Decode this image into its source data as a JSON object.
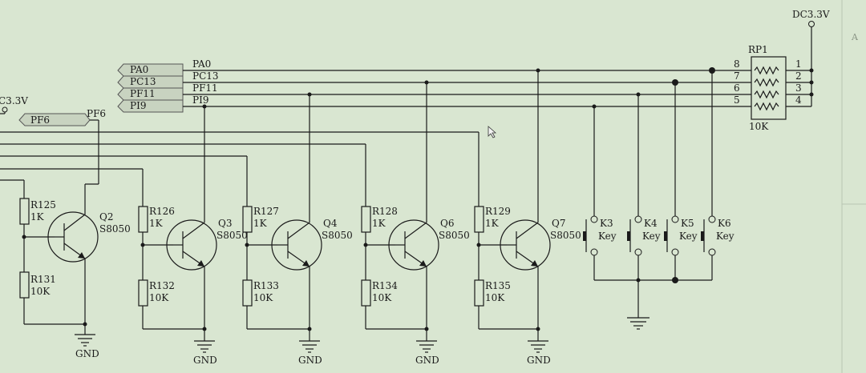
{
  "power_labels": {
    "dc_top": "DC3.3V",
    "dc_left": "C3.3V"
  },
  "border_zone": "A",
  "ports": [
    {
      "name": "PA0",
      "net": "PA0"
    },
    {
      "name": "PC13",
      "net": "PC13"
    },
    {
      "name": "PF11",
      "net": "PF11"
    },
    {
      "name": "PI9",
      "net": "PI9"
    },
    {
      "name": "PF6",
      "net": "PF6"
    }
  ],
  "resistor_pack": {
    "ref": "RP1",
    "value": "10K",
    "pins_left": [
      "8",
      "7",
      "6",
      "5"
    ],
    "pins_right": [
      "1",
      "2",
      "3",
      "4"
    ]
  },
  "transistor_stages": [
    {
      "transistor": "Q2",
      "type": "S8050",
      "base_resistor": "R125",
      "base_value": "1K",
      "pulldown": "R131",
      "pulldown_value": "10K",
      "ground": "GND"
    },
    {
      "transistor": "Q3",
      "type": "S8050",
      "base_resistor": "R126",
      "base_value": "1K",
      "pulldown": "R132",
      "pulldown_value": "10K",
      "ground": "GND"
    },
    {
      "transistor": "Q4",
      "type": "S8050",
      "base_resistor": "R127",
      "base_value": "1K",
      "pulldown": "R133",
      "pulldown_value": "10K",
      "ground": "GND"
    },
    {
      "transistor": "Q6",
      "type": "S8050",
      "base_resistor": "R128",
      "base_value": "1K",
      "pulldown": "R134",
      "pulldown_value": "10K",
      "ground": "GND"
    },
    {
      "transistor": "Q7",
      "type": "S8050",
      "base_resistor": "R129",
      "base_value": "1K",
      "pulldown": "R135",
      "pulldown_value": "10K",
      "ground": "GND"
    }
  ],
  "keys": [
    {
      "ref": "K3",
      "label": "Key"
    },
    {
      "ref": "K4",
      "label": "Key"
    },
    {
      "ref": "K5",
      "label": "Key"
    },
    {
      "ref": "K6",
      "label": "Key"
    }
  ]
}
